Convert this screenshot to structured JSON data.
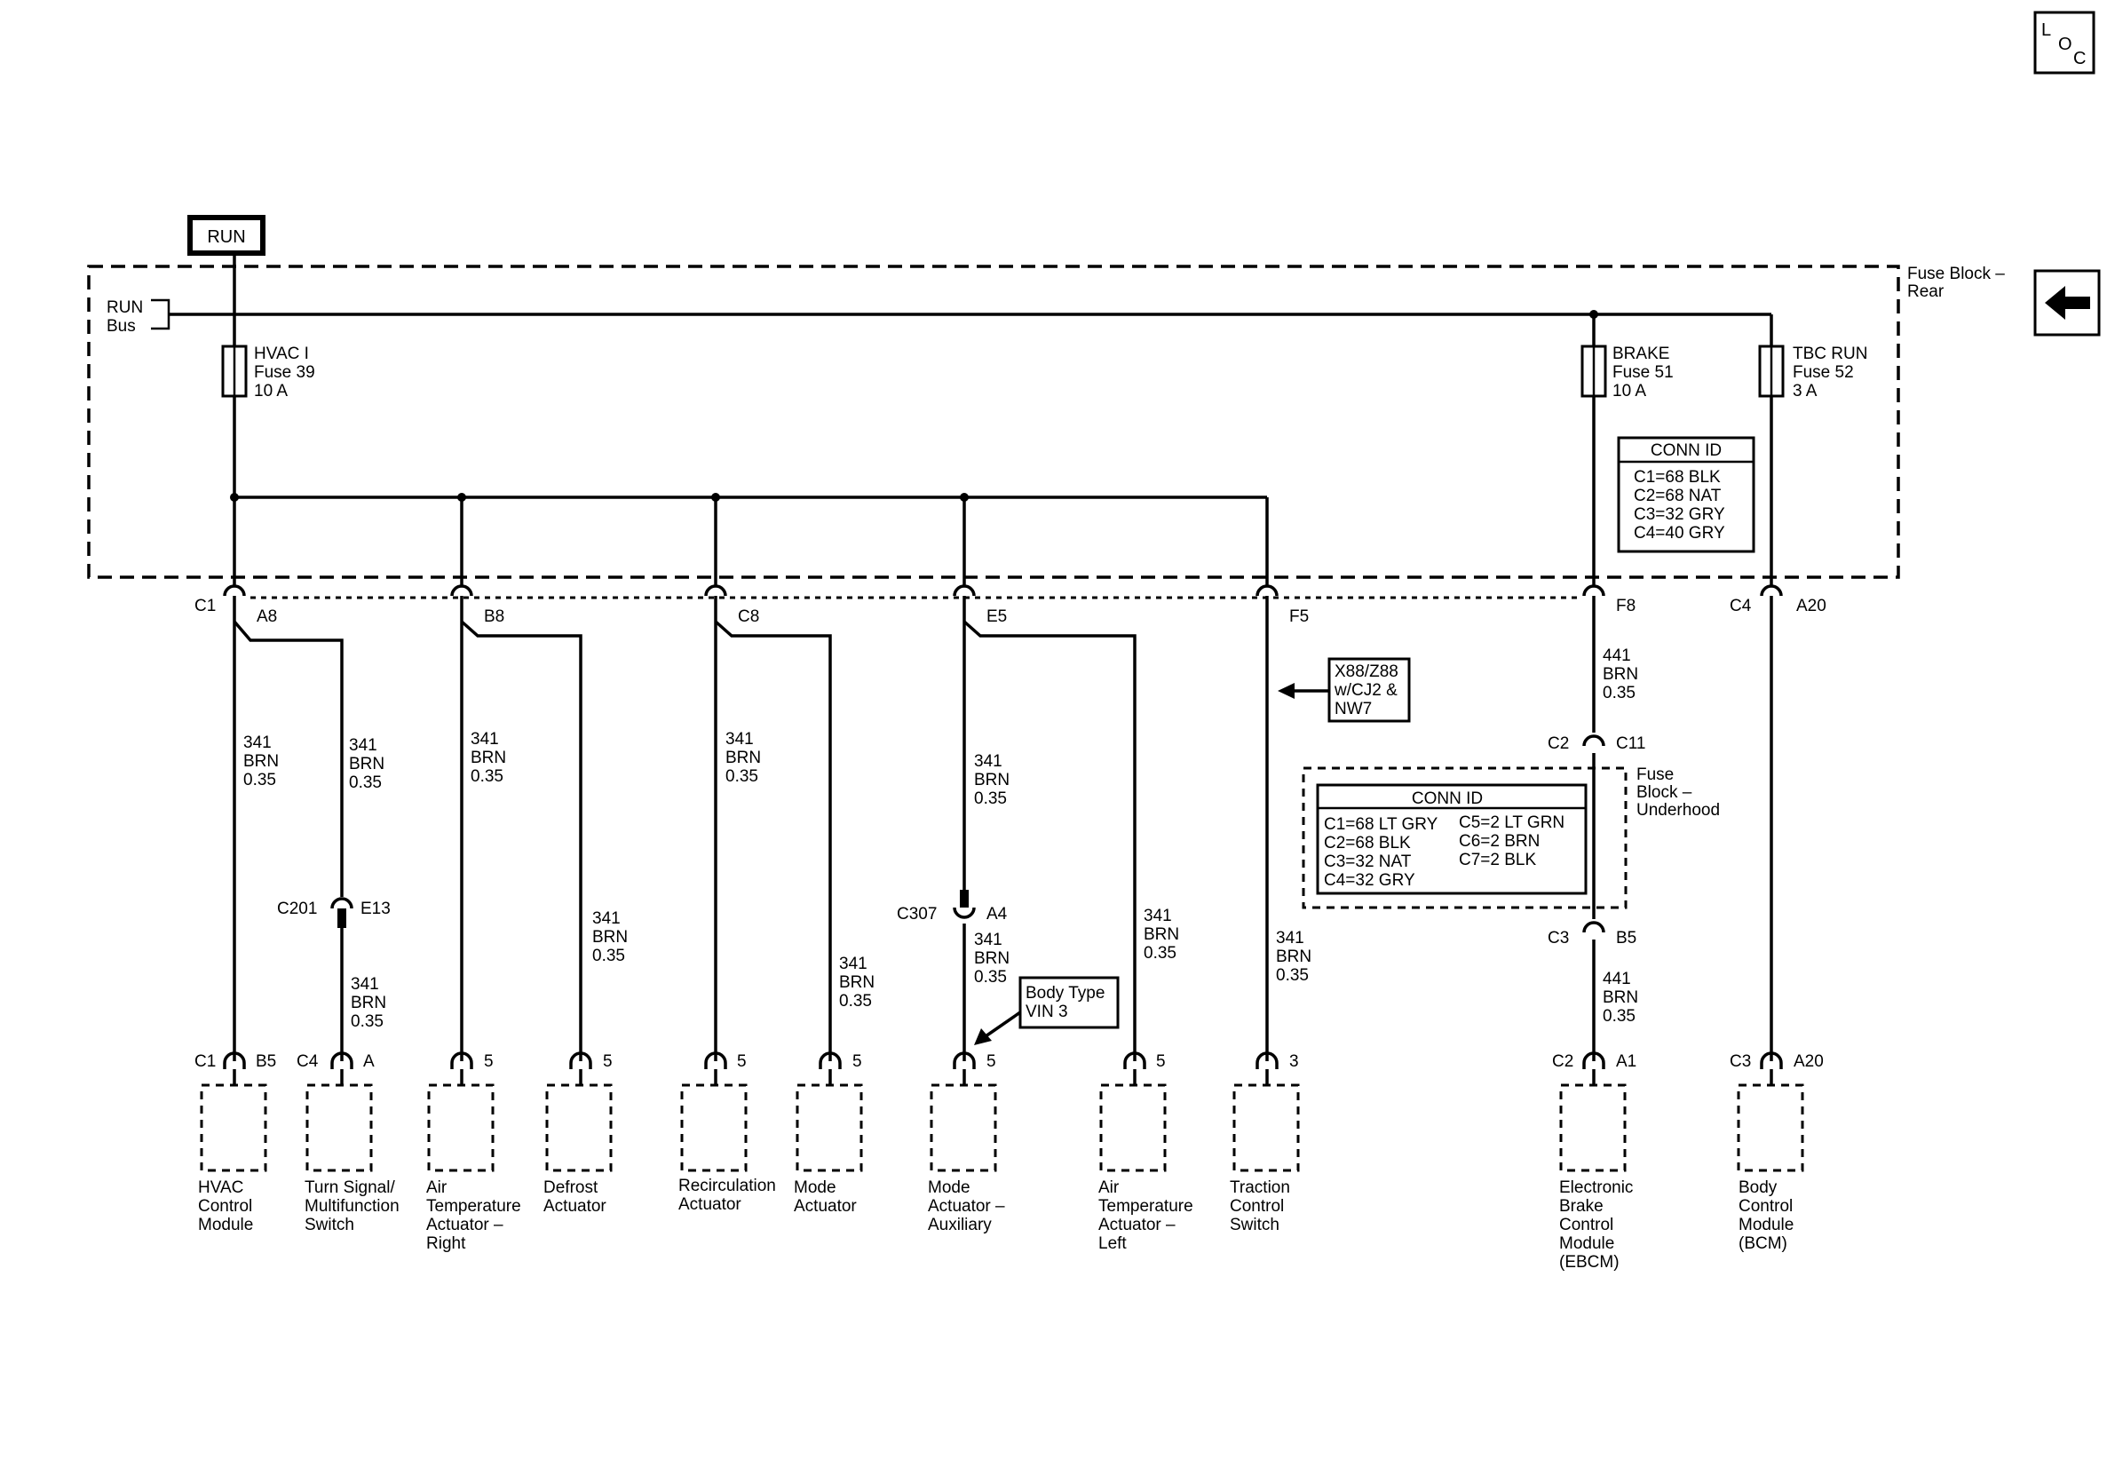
{
  "diagram": {
    "run_tag": "RUN",
    "run_bus": [
      "RUN",
      "Bus"
    ],
    "fuse_block_rear": [
      "Fuse Block –",
      "Rear"
    ],
    "fuse_block_underhood": [
      "Fuse",
      "Block –",
      "Underhood"
    ],
    "loc_icon": [
      "L",
      "O",
      "C"
    ],
    "fuses": [
      {
        "label": [
          "HVAC I",
          "Fuse 39",
          "10 A"
        ]
      },
      {
        "label": [
          "BRAKE",
          "Fuse 51",
          "10 A"
        ]
      },
      {
        "label": [
          "TBC RUN",
          "Fuse 52",
          "3 A"
        ]
      }
    ],
    "conn_id_rear": {
      "title": "CONN ID",
      "lines": [
        "C1=68 BLK",
        "C2=68 NAT",
        "C3=32 GRY",
        "C4=40 GRY"
      ]
    },
    "conn_id_underhood": {
      "title": "CONN ID",
      "col1": [
        "C1=68 LT GRY",
        "C2=68 BLK",
        "C3=32 NAT",
        "C4=32 GRY"
      ],
      "col2": [
        "C5=2 LT GRN",
        "C6=2 BRN",
        "C7=2 BLK"
      ]
    },
    "note_option": [
      "X88/Z88",
      "w/CJ2 &",
      "NW7"
    ],
    "note_body_type": [
      "Body Type",
      "VIN 3"
    ],
    "top_connectors": [
      {
        "left": "C1",
        "right": "A8"
      },
      {
        "right": "B8"
      },
      {
        "right": "C8"
      },
      {
        "right": "E5"
      },
      {
        "right": "F5"
      },
      {
        "right": "F8"
      },
      {
        "left": "C4",
        "right": "A20"
      }
    ],
    "inline_connectors": [
      {
        "left": "C201",
        "right": "E13"
      },
      {
        "left": "C307",
        "right": "A4"
      },
      {
        "left": "C2",
        "right": "C11"
      },
      {
        "left": "C3",
        "right": "B5"
      }
    ],
    "wires": [
      [
        "341",
        "BRN",
        "0.35"
      ],
      [
        "441",
        "BRN",
        "0.35"
      ]
    ],
    "components": [
      {
        "left": "C1",
        "right": "B5",
        "name": [
          "HVAC",
          "Control",
          "Module"
        ]
      },
      {
        "left": "C4",
        "right": "A",
        "name": [
          "Turn Signal/",
          "Multifunction",
          "Switch"
        ]
      },
      {
        "right": "5",
        "name": [
          "Air",
          "Temperature",
          "Actuator –",
          "Right"
        ]
      },
      {
        "right": "5",
        "name": [
          "Defrost",
          "Actuator"
        ]
      },
      {
        "right": "5",
        "name": [
          "Recirculation",
          "Actuator"
        ]
      },
      {
        "right": "5",
        "name": [
          "Mode",
          "Actuator"
        ]
      },
      {
        "right": "5",
        "name": [
          "Mode",
          "Actuator –",
          "Auxiliary"
        ]
      },
      {
        "right": "5",
        "name": [
          "Air",
          "Temperature",
          "Actuator –",
          "Left"
        ]
      },
      {
        "right": "3",
        "name": [
          "Traction",
          "Control",
          "Switch"
        ]
      },
      {
        "left": "C2",
        "right": "A1",
        "name": [
          "Electronic",
          "Brake",
          "Control",
          "Module",
          "(EBCM)"
        ]
      },
      {
        "left": "C3",
        "right": "A20",
        "name": [
          "Body",
          "Control",
          "Module",
          "(BCM)"
        ]
      }
    ]
  }
}
